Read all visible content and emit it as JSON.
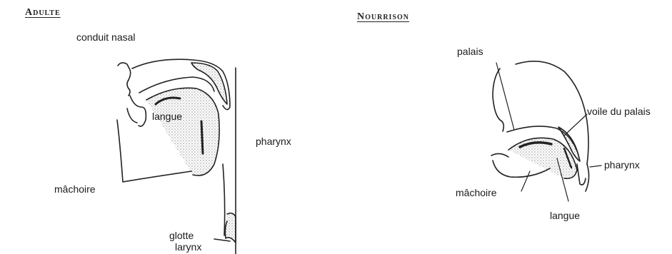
{
  "adult": {
    "heading": "Adulte",
    "labels": {
      "nasal": "conduit nasal",
      "tongue": "langue",
      "pharynx": "pharynx",
      "jaw": "mâchoire",
      "glottis": "glotte",
      "larynx": "larynx"
    }
  },
  "infant": {
    "heading": "Nourrison",
    "labels": {
      "palate": "palais",
      "soft_palate": "voile du palais",
      "pharynx": "pharynx",
      "jaw": "mâchoire",
      "tongue": "langue"
    }
  }
}
